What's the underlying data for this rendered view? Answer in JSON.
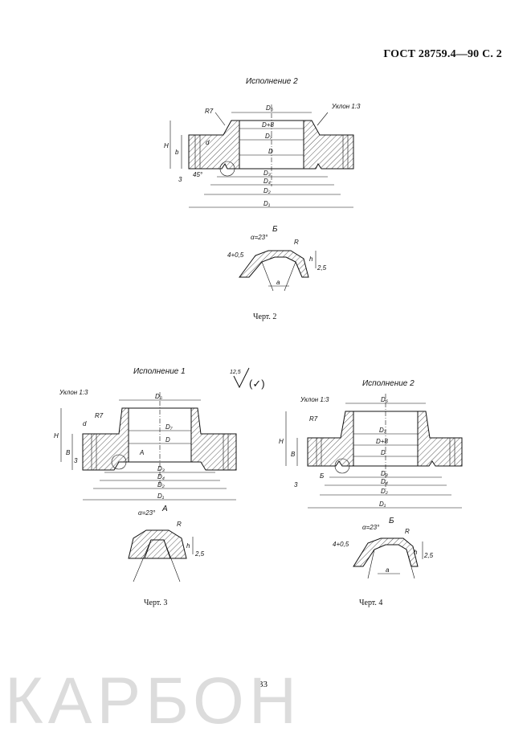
{
  "header": {
    "standard_ref": "ГОСТ 28759.4—90 С. 2"
  },
  "drawings": {
    "chert2": {
      "variant": "Исполнение 2",
      "caption": "Черт. 2",
      "labels": {
        "r7": "R7",
        "slope": "Уклон 1:3",
        "d6": "D₆",
        "dp8": "D+8",
        "d7": "D₇",
        "d": "D",
        "d3": "D₃",
        "d4": "D₄",
        "d2": "D₂",
        "d1": "D₁",
        "h": "H",
        "b": "b",
        "small_d": "d",
        "three": "3",
        "angle45": "45°"
      }
    },
    "detailB_top": {
      "name": "Б",
      "labels": {
        "alpha": "α=23°",
        "r": "R",
        "depth": "4+0,5",
        "a": "a",
        "h": "h",
        "rough": "2,5"
      }
    },
    "chert3": {
      "variant": "Исполнение 1",
      "caption": "Черт. 3",
      "labels": {
        "slope": "Уклон 1:3",
        "r7": "R7",
        "small_d": "d",
        "d6": "D₆",
        "d7": "D₇",
        "d": "D",
        "a_mark": "A",
        "d3": "D₃",
        "d4": "D₄",
        "d2": "D₂",
        "d1": "D₁",
        "h": "H",
        "b": "B",
        "three": "3"
      }
    },
    "detailA": {
      "name": "A",
      "labels": {
        "alpha": "α=23°",
        "r": "R",
        "h": "h",
        "rough": "2,5"
      }
    },
    "chert4": {
      "variant": "Исполнение 2",
      "caption": "Черт. 4",
      "labels": {
        "slope": "Уклон 1:3",
        "r7": "R7",
        "d6": "D₆",
        "d7": "D₇",
        "dp8": "D+8",
        "d": "D",
        "d3": "D₃",
        "d4": "D₄",
        "d2": "D₂",
        "d1": "D₁",
        "h": "H",
        "b": "B",
        "three": "3",
        "b_mark": "Б"
      }
    },
    "detailB_bottom": {
      "name": "Б",
      "labels": {
        "alpha": "α=23°",
        "r": "R",
        "depth": "4+0,5",
        "a": "a",
        "h": "h",
        "rough": "2,5"
      }
    }
  },
  "roughness_mark": {
    "value": "12,5",
    "note": "(✓)"
  },
  "page_number": "33",
  "watermark": "КАРБОН"
}
